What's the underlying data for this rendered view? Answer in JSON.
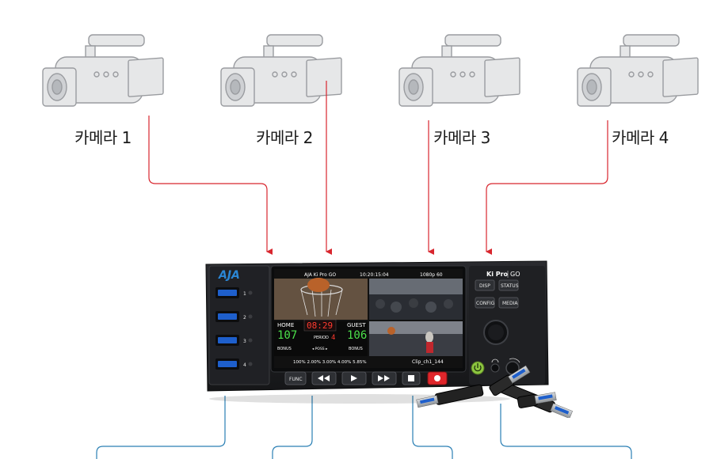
{
  "cameras": [
    {
      "label": "카메라 1"
    },
    {
      "label": "카메라 2"
    },
    {
      "label": "카메라 3"
    },
    {
      "label": "카메라 4"
    }
  ],
  "colors": {
    "input_line": "#d8262e",
    "output_line": "#2a7fb4",
    "device_body": "#1d1e21",
    "record": "#e0262b",
    "usb": "#1e5fcc"
  },
  "device": {
    "brand": "AJA",
    "model_ki": "Ki Pro",
    "model_go": "GO",
    "usb_ports": [
      "1",
      "2",
      "3",
      "4"
    ],
    "side_buttons": [
      "DISP",
      "STATUS",
      "CONFIG",
      "MEDIA"
    ],
    "transport": {
      "func": "FUNC"
    },
    "screen": {
      "header_left": "AJA Ki Pro GO",
      "header_time": "10:20:15:04",
      "header_format": "1080p 60",
      "home_label": "HOME",
      "home_score": "107",
      "clock": "08:29",
      "guest_label": "GUEST",
      "guest_score": "106",
      "period_label": "PERIOD",
      "period_value": "4",
      "bonus_left": "BONUS",
      "poss": "◂ POSS ▸",
      "bonus_right": "BONUS",
      "meters": "100% 2.00% 3.00% 4.00% 5.85%",
      "clip": "Clip_ch1_144"
    }
  }
}
